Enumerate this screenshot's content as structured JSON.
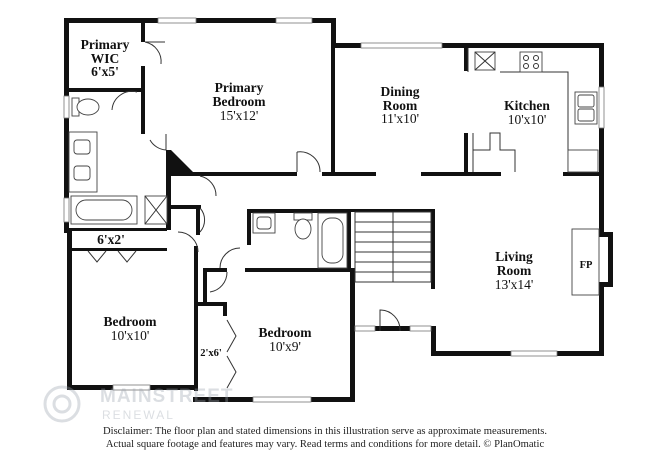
{
  "rooms": {
    "primary_wic": {
      "name_line1": "Primary",
      "name_line2": "WIC",
      "size": "6'x5'"
    },
    "primary_bedroom": {
      "name_line1": "Primary",
      "name_line2": "Bedroom",
      "size": "15'x12'"
    },
    "dining_room": {
      "name_line1": "Dining",
      "name_line2": "Room",
      "size": "11'x10'"
    },
    "kitchen": {
      "name": "Kitchen",
      "size": "10'x10'"
    },
    "closet_6x2": {
      "size": "6'x2'"
    },
    "living_room": {
      "name_line1": "Living",
      "name_line2": "Room",
      "size": "13'x14'"
    },
    "fireplace": {
      "label": "FP"
    },
    "bedroom_1": {
      "name": "Bedroom",
      "size": "10'x10'"
    },
    "bedroom_2": {
      "name": "Bedroom",
      "size": "10'x9'"
    },
    "closet_2x6": {
      "size": "2'x6'"
    }
  },
  "watermark": {
    "line1": "MAINSTREET",
    "line2": "RENEWAL"
  },
  "disclaimer": {
    "line1": "Disclaimer: The floor plan and stated dimensions in this illustration serve as approximate measurements.",
    "line2": "Actual square footage and features may vary. Read terms and conditions for more detail. © PlanOmatic"
  }
}
